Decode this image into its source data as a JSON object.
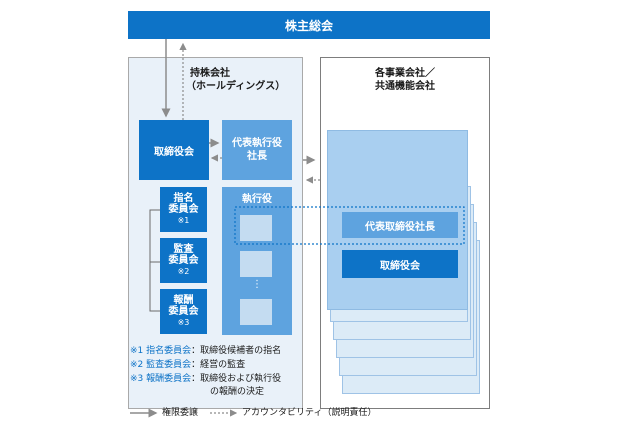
{
  "shareholders": "株主総会",
  "holding": {
    "line1": "持株会社",
    "line2": "（ホールディングス）"
  },
  "board_holding": "取締役会",
  "rep_exec": {
    "line1": "代表執行役",
    "line2": "社長"
  },
  "committees": [
    {
      "line1": "指名",
      "line2": "委員会",
      "note": "※1"
    },
    {
      "line1": "監査",
      "line2": "委員会",
      "note": "※2"
    },
    {
      "line1": "報酬",
      "line2": "委員会",
      "note": "※3"
    }
  ],
  "exec_officers": "執行役",
  "ellipsis": "⋮",
  "subsidiaries": {
    "line1": "各事業会社／",
    "line2": "共通機能会社"
  },
  "rep_director": "代表取締役社長",
  "board_sub": "取締役会",
  "notes": [
    {
      "key": "※1 指名委員会",
      "sep": "：",
      "text": "取締役候補者の指名"
    },
    {
      "key": "※2 監査委員会",
      "sep": "：",
      "text": "経営の監査"
    },
    {
      "key": "※3 報酬委員会",
      "sep": "：",
      "text": "取締役および執行役",
      "text2": "の報酬の決定"
    }
  ],
  "legend": {
    "delegation": "権限委譲",
    "accountability": "アカウンタビリティ（説明責任）"
  },
  "colors": {
    "primary": "#0d73c7",
    "mid": "#5ea3df",
    "panel": "#e9f1f9",
    "arrow": "#8c8c8c"
  }
}
